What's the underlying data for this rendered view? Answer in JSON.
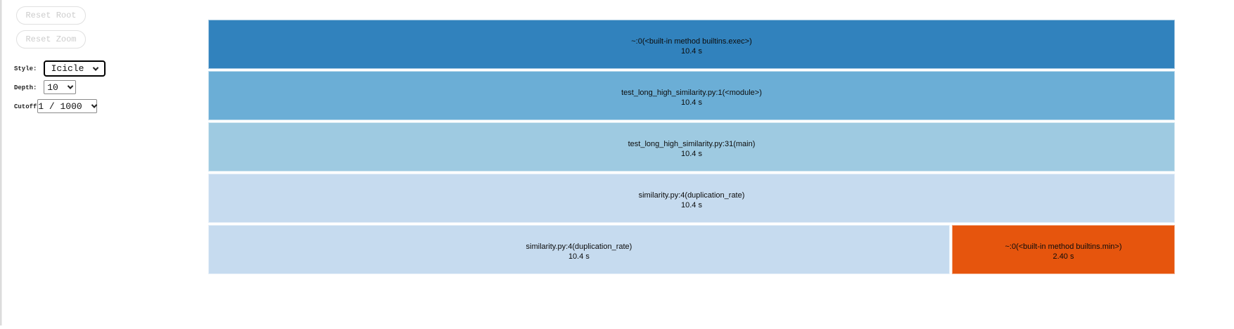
{
  "sidebar": {
    "reset_root_label": "Reset Root",
    "reset_zoom_label": "Reset Zoom",
    "style": {
      "label": "Style:",
      "value": "Icicle"
    },
    "depth": {
      "label": "Depth:",
      "value": "10"
    },
    "cutoff": {
      "label": "Cutoff:",
      "value": "1 / 1000"
    }
  },
  "chart_data": {
    "type": "icicle",
    "unit": "seconds",
    "total_time_s": 10.4,
    "legend_position": "none",
    "frames": [
      {
        "depth": 0,
        "name": "~:0(<built-in method builtins.exec>)",
        "time": "10.4 s",
        "seconds": 10.4,
        "x_frac": 0,
        "w_frac": 1,
        "color": "#3182bd"
      },
      {
        "depth": 1,
        "name": "test_long_high_similarity.py:1(<module>)",
        "time": "10.4 s",
        "seconds": 10.4,
        "x_frac": 0,
        "w_frac": 1,
        "color": "#6baed6"
      },
      {
        "depth": 2,
        "name": "test_long_high_similarity.py:31(main)",
        "time": "10.4 s",
        "seconds": 10.4,
        "x_frac": 0,
        "w_frac": 1,
        "color": "#9ecae1"
      },
      {
        "depth": 3,
        "name": "similarity.py:4(duplication_rate)",
        "time": "10.4 s",
        "seconds": 10.4,
        "x_frac": 0,
        "w_frac": 1,
        "color": "#c6dbef"
      },
      {
        "depth": 4,
        "name": "similarity.py:4(duplication_rate)",
        "time": "10.4 s",
        "seconds": 10.4,
        "x_frac": 0,
        "w_frac": 0.767,
        "color": "#c6dbef"
      },
      {
        "depth": 4,
        "name": "~:0(<built-in method builtins.min>)",
        "time": "2.40 s",
        "seconds": 2.4,
        "x_frac": 0.7693,
        "w_frac": 0.2307,
        "color": "#e6550d"
      }
    ]
  }
}
